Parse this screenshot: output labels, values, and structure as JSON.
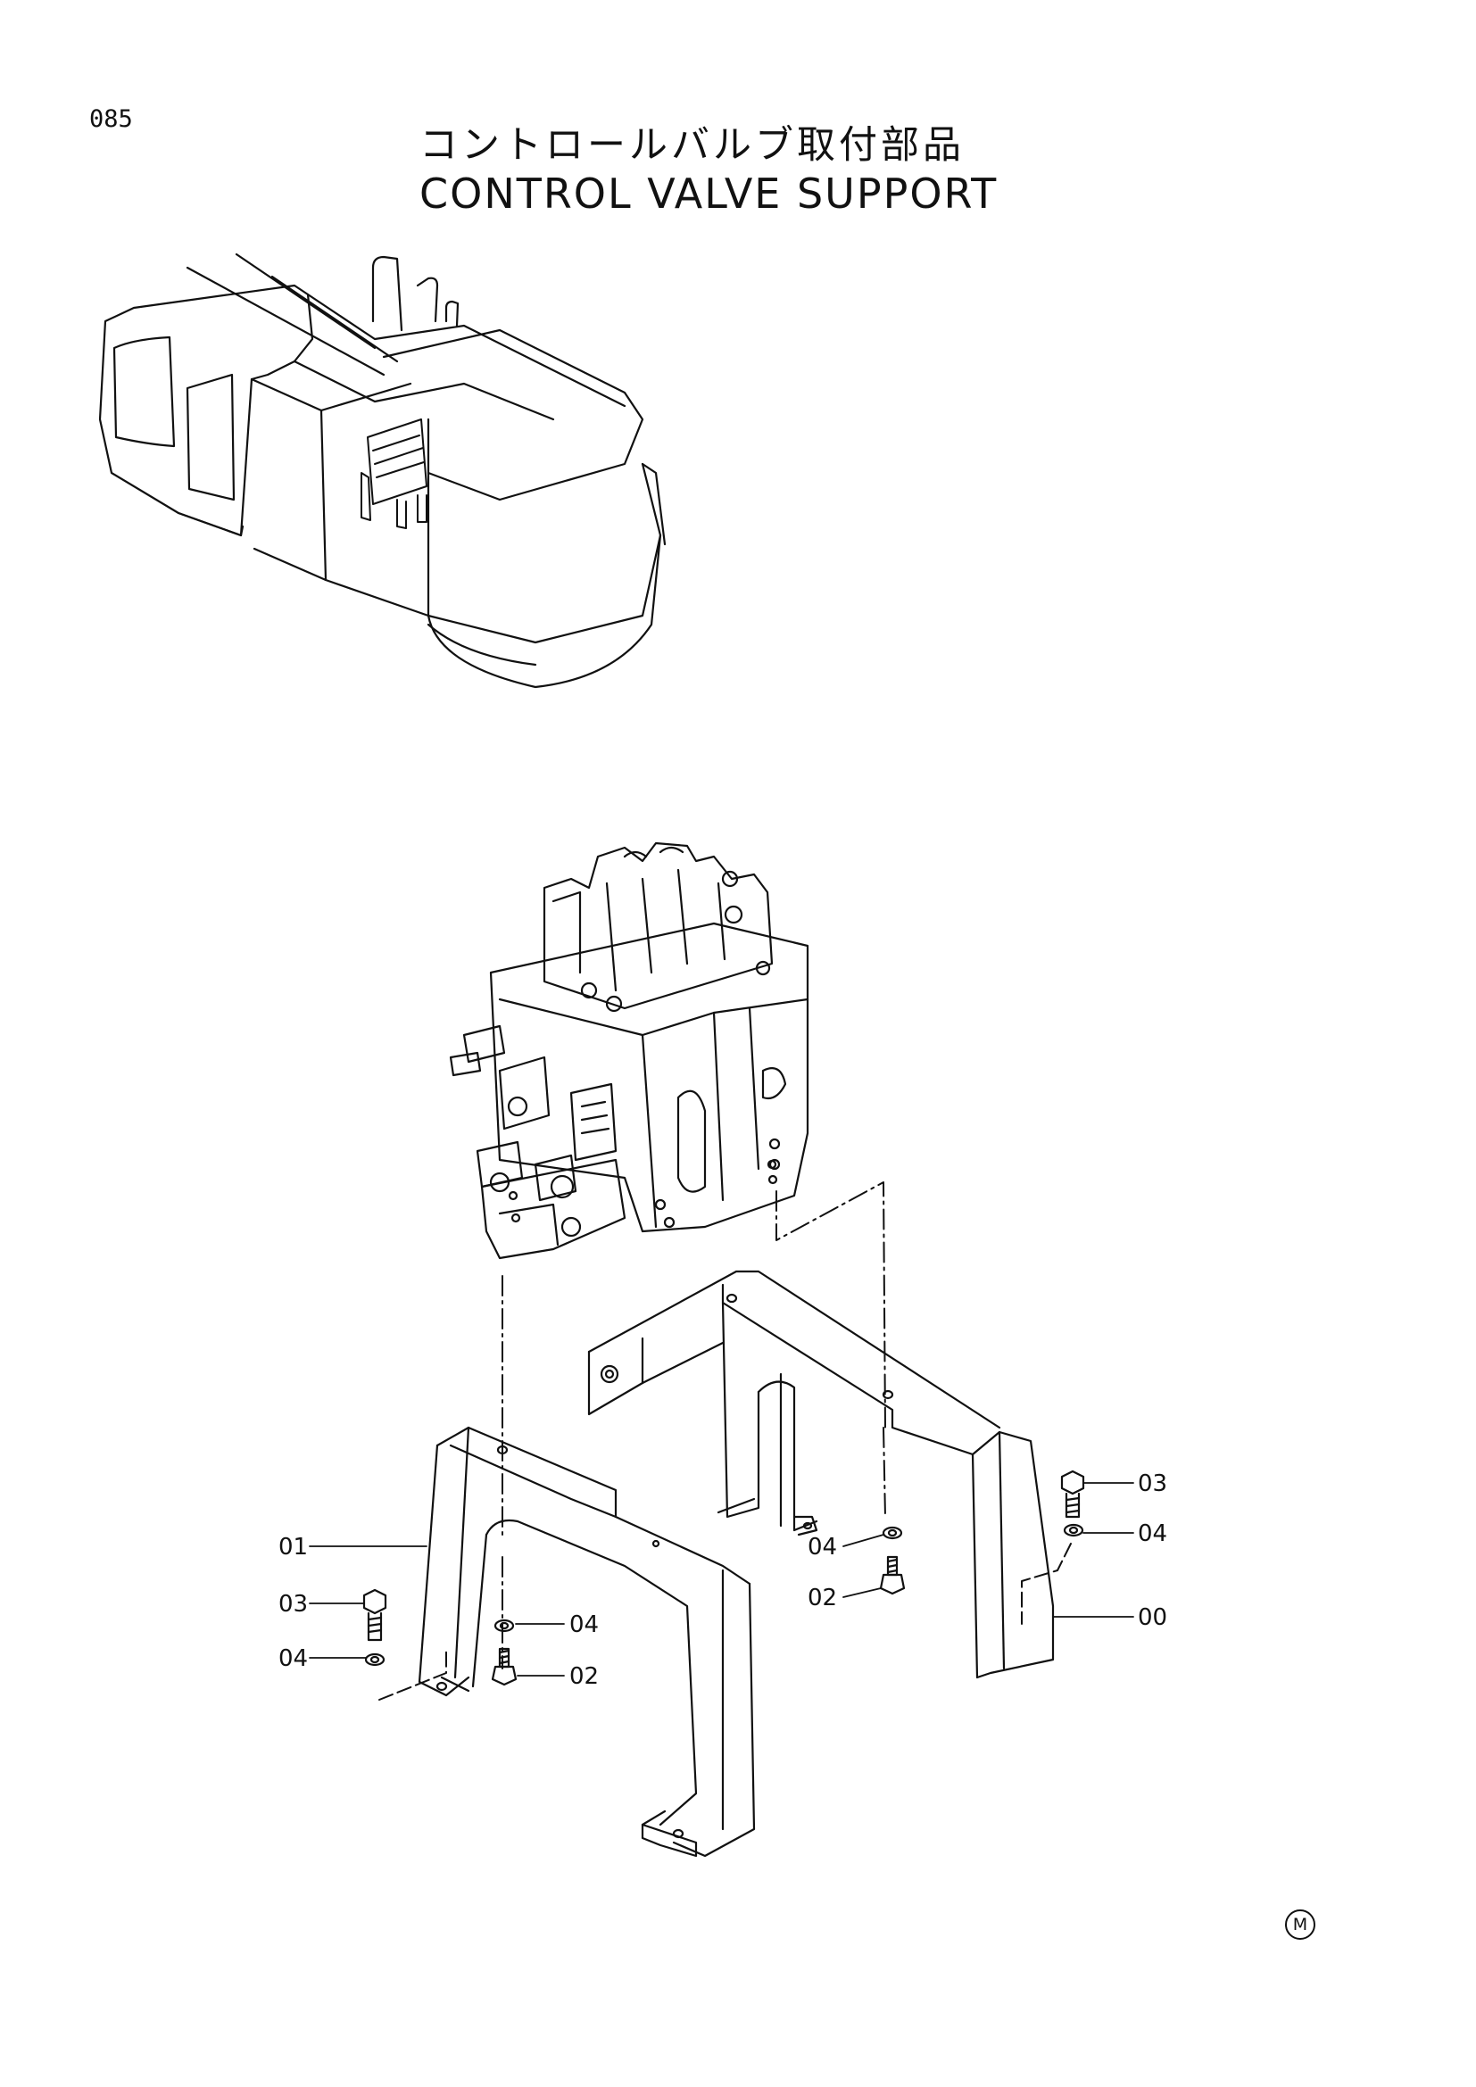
{
  "page": {
    "number": "085",
    "title_jp": "コントロールバルブ取付部品",
    "title_en": "CONTROL VALVE SUPPORT",
    "mark": "M"
  },
  "callouts": [
    {
      "id": "c01",
      "text": "01"
    },
    {
      "id": "c03a",
      "text": "03"
    },
    {
      "id": "c04a",
      "text": "04"
    },
    {
      "id": "c04b",
      "text": "04"
    },
    {
      "id": "c02a",
      "text": "02"
    },
    {
      "id": "c04c",
      "text": "04"
    },
    {
      "id": "c02b",
      "text": "02"
    },
    {
      "id": "c03b",
      "text": "03"
    },
    {
      "id": "c04d",
      "text": "04"
    },
    {
      "id": "c00",
      "text": "00"
    }
  ]
}
